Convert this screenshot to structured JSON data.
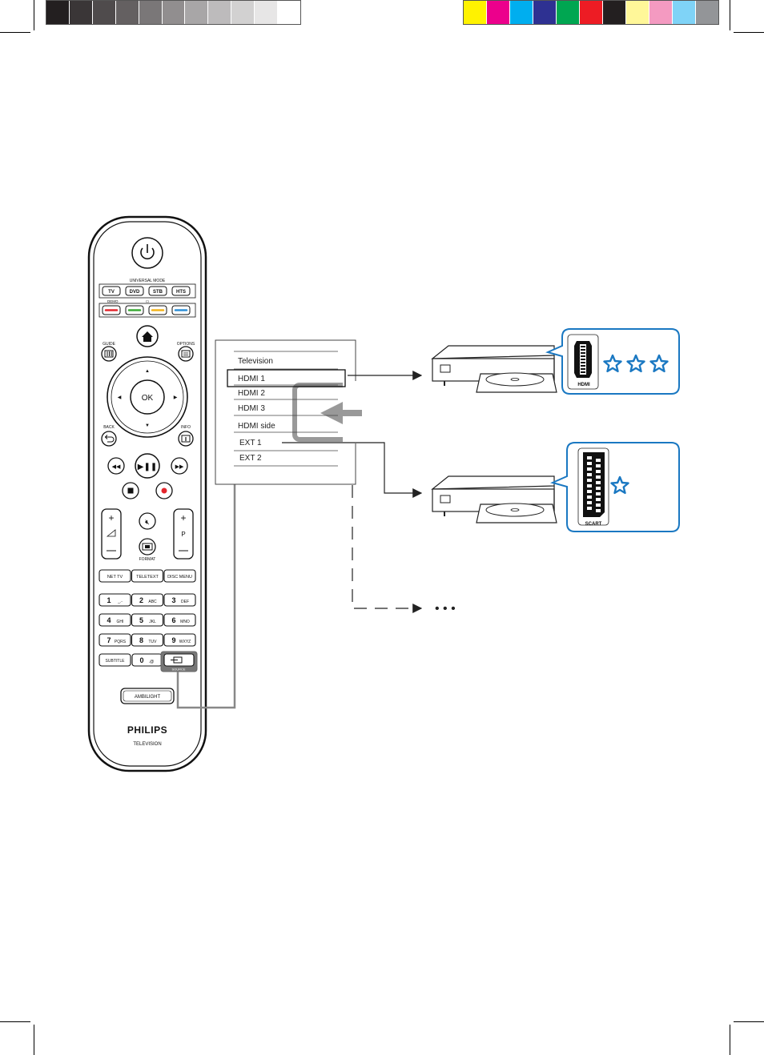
{
  "calibration": {
    "gray_swatches": [
      "#231f20",
      "#3a3637",
      "#4f4b4c",
      "#646061",
      "#7a7778",
      "#918e8f",
      "#a8a6a7",
      "#bdbbbc",
      "#d2d1d1",
      "#e7e6e6",
      "#ffffff"
    ],
    "color_swatches": [
      "#fff200",
      "#ec008c",
      "#00aeef",
      "#2e3192",
      "#00a651",
      "#ed1c24",
      "#231f20",
      "#fff799",
      "#f49ac1",
      "#7fd3f7",
      "#939598"
    ]
  },
  "remote": {
    "brand": "PHILIPS",
    "brand_sub": "TELEVISION",
    "universal_mode_label": "UNIVERSAL MODE",
    "mode_buttons": [
      "TV",
      "DVD",
      "STB",
      "HTS"
    ],
    "demo_label": "DEMO",
    "guide_label": "GUIDE",
    "options_label": "OPTIONS",
    "ok_label": "OK",
    "back_label": "BACK",
    "info_label": "INFO",
    "p_label": "P",
    "format_label": "FORMAT",
    "func_buttons": [
      "NET TV",
      "TELETEXT",
      "DISC MENU"
    ],
    "keypad": [
      {
        "num": "1",
        "sub": "_.-"
      },
      {
        "num": "2",
        "sub": "ABC"
      },
      {
        "num": "3",
        "sub": "DEF"
      },
      {
        "num": "4",
        "sub": "GHI"
      },
      {
        "num": "5",
        "sub": "JKL"
      },
      {
        "num": "6",
        "sub": "MNO"
      },
      {
        "num": "7",
        "sub": "PQRS"
      },
      {
        "num": "8",
        "sub": "TUV"
      },
      {
        "num": "9",
        "sub": "WXYZ"
      }
    ],
    "subtitle_label": "SUBTITLE",
    "zero_label": "0",
    "zero_sub": ".@",
    "source_label": "SOURCE",
    "ambilight_label": "AMBILIGHT",
    "color_keys": [
      "#e3262d",
      "#3aaa35",
      "#f2b41c",
      "#2d8fd6"
    ]
  },
  "source_menu": {
    "items": [
      "Television",
      "HDMI 1",
      "HDMI 2",
      "HDMI 3",
      "HDMI side",
      "EXT 1",
      "EXT 2"
    ],
    "selected": "HDMI 1"
  },
  "devices": [
    {
      "connector": "HDMI",
      "rating": 3
    },
    {
      "connector": "SCART",
      "rating": 1
    }
  ],
  "more_label": "• • •",
  "colors": {
    "accent": "#1a78c2",
    "line": "#888888"
  }
}
